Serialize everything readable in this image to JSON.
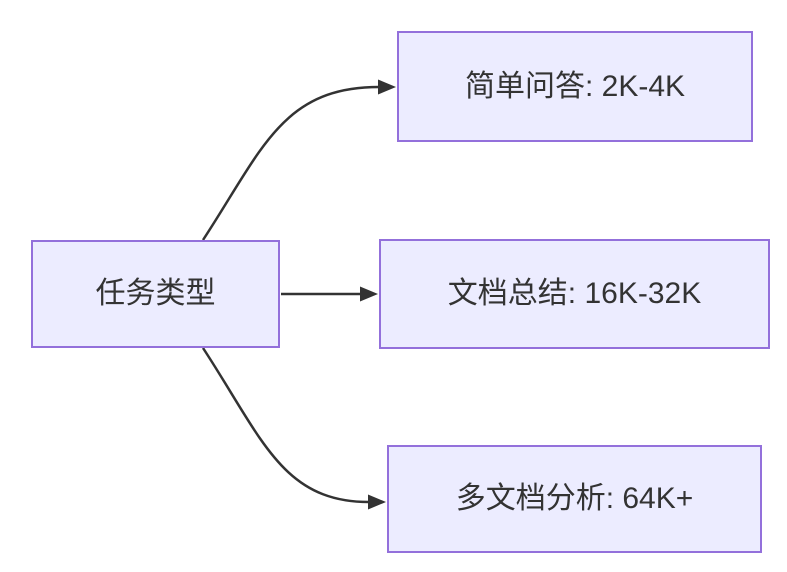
{
  "diagram": {
    "type": "flowchart",
    "direction": "LR",
    "root": {
      "id": "task-type",
      "label": "任务类型"
    },
    "branches": [
      {
        "id": "simple-qa",
        "label": "简单问答: 2K-4K"
      },
      {
        "id": "doc-summary",
        "label": "文档总结: 16K-32K"
      },
      {
        "id": "multi-doc-analysis",
        "label": "多文档分析: 64K+"
      }
    ],
    "edges": [
      {
        "from": "task-type",
        "to": "simple-qa"
      },
      {
        "from": "task-type",
        "to": "doc-summary"
      },
      {
        "from": "task-type",
        "to": "multi-doc-analysis"
      }
    ]
  },
  "colors": {
    "canvas-bg": "#ffffff",
    "node-fill": "#ececff",
    "node-border": "#9370db",
    "edge-color": "#333333",
    "text-color": "#333333"
  }
}
